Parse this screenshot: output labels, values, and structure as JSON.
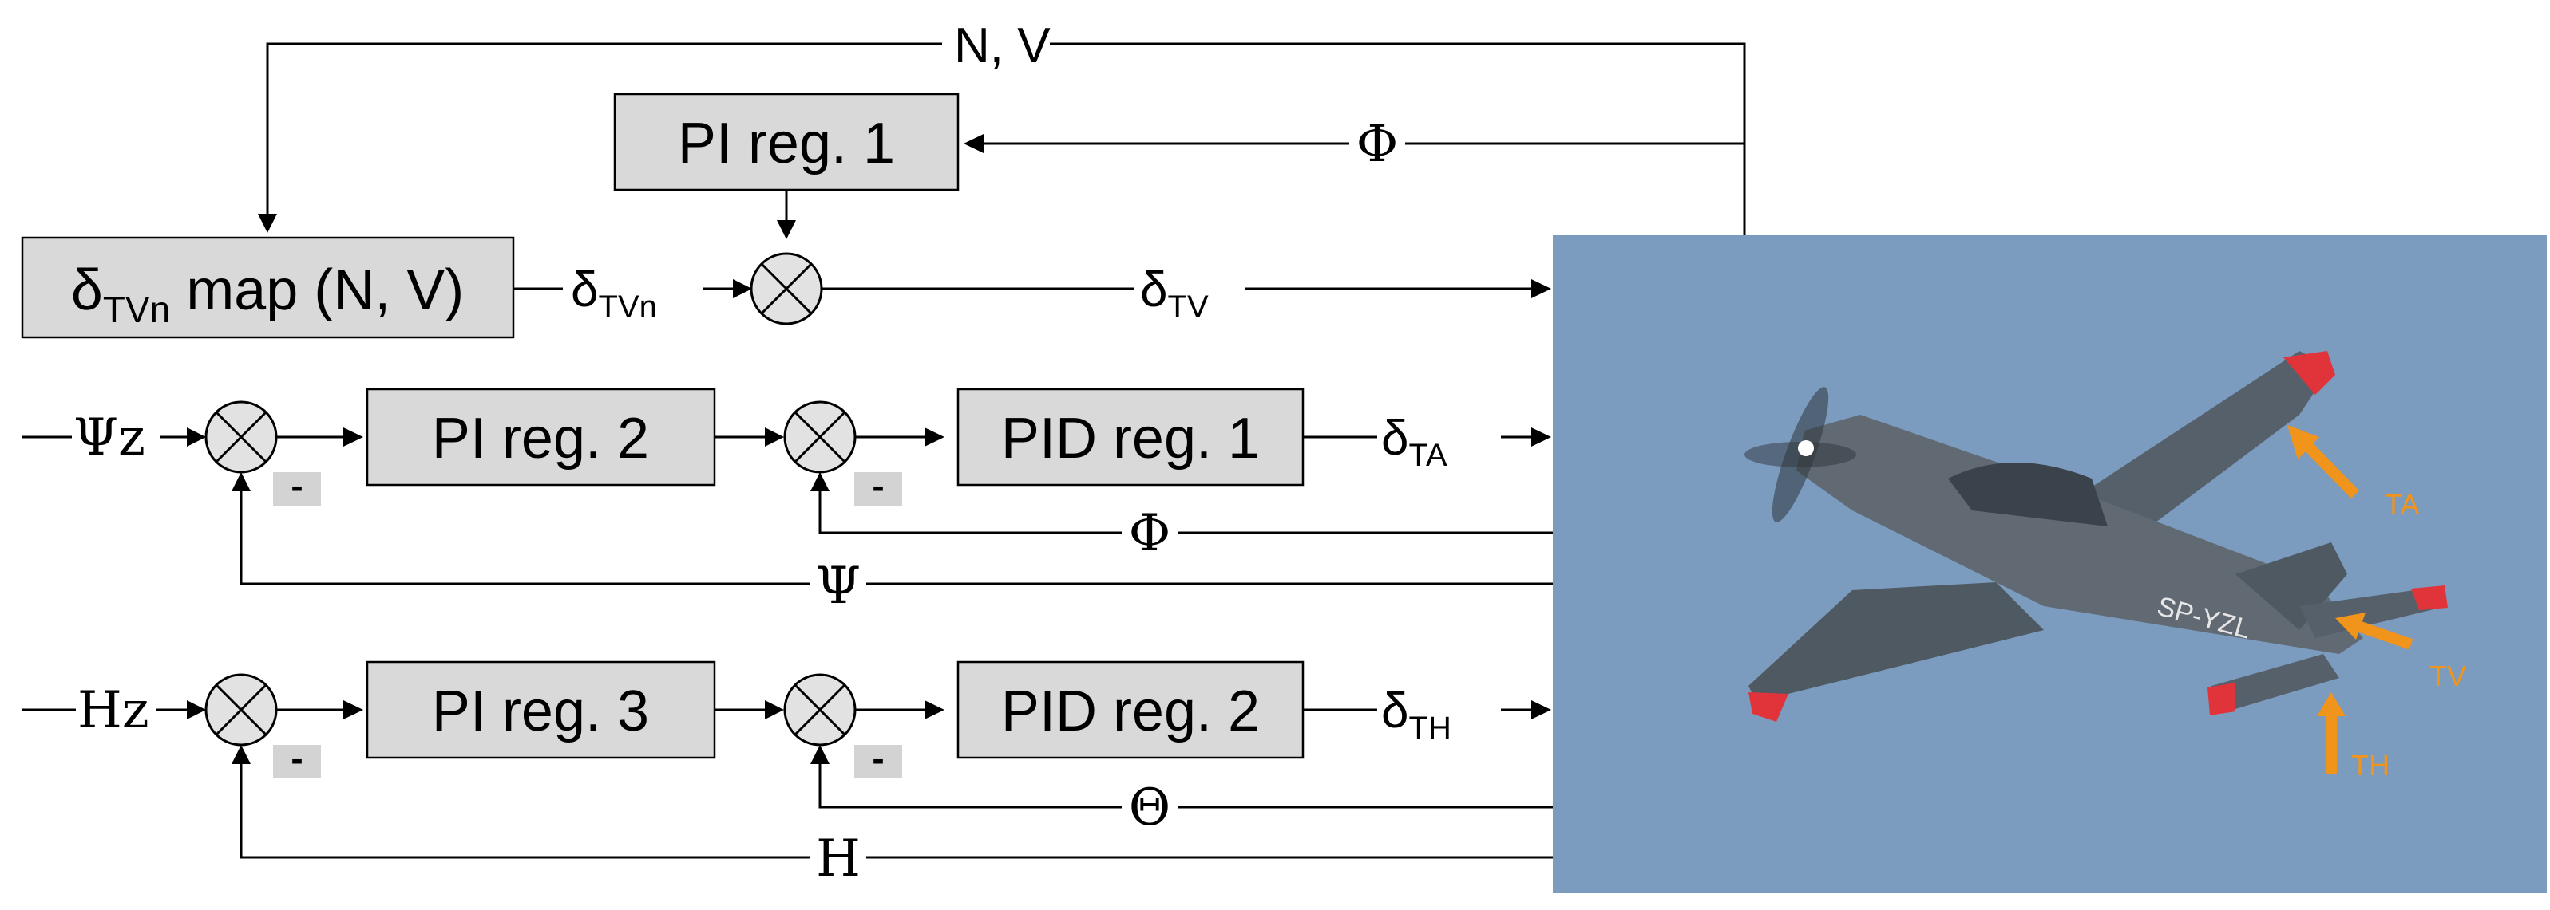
{
  "blocks": {
    "pi1": "PI reg. 1",
    "map_sym": "δ",
    "map_sub": "TVn",
    "map_rest": " map (N, V)",
    "pi2": "PI reg. 2",
    "pid1": "PID reg. 1",
    "pi3": "PI reg. 3",
    "pid2": "PID reg. 2"
  },
  "signals": {
    "nv": "N, V",
    "phi_top": "Φ",
    "d_tvn_sym": "δ",
    "d_tvn_sub": "TVn",
    "d_tv_sym": "δ",
    "d_tv_sub": "TV",
    "psi_z": "Ψz",
    "d_ta_sym": "δ",
    "d_ta_sub": "TA",
    "phi_fb": "Φ",
    "psi_fb": "Ψ",
    "h_z": "Hz",
    "d_th_sym": "δ",
    "d_th_sub": "TH",
    "theta_fb": "Θ",
    "h_fb": "H",
    "minus": "-"
  },
  "photo": {
    "registration": "SP-YZL",
    "labels": {
      "ta": "TA",
      "tv": "TV",
      "th": "TH"
    },
    "colors": {
      "sky": "#7b9bbf",
      "arrow": "#f0941c",
      "aircraft": "#5d6670",
      "wingtip": "#e0343a"
    }
  }
}
